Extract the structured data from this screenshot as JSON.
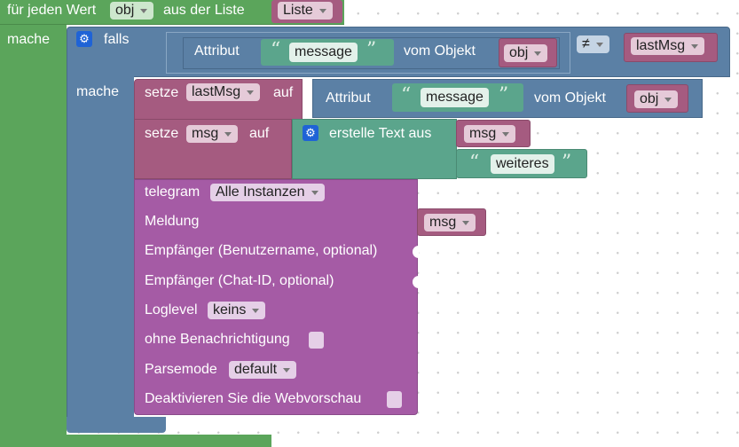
{
  "loop": {
    "prefix": "für jeden Wert",
    "var": "obj",
    "middle": "aus der Liste",
    "list": "Liste",
    "do_label": "mache"
  },
  "if_block": {
    "label": "falls",
    "do_label": "mache",
    "attr_label": "Attribut",
    "attr_value": "message",
    "of_object_label": "vom Objekt",
    "object_var": "obj",
    "operator": "≠",
    "compare_var": "lastMsg"
  },
  "set1": {
    "label": "setze",
    "var": "lastMsg",
    "to": "auf",
    "attr_label": "Attribut",
    "attr_value": "message",
    "of_object_label": "vom Objekt",
    "object_var": "obj"
  },
  "set2": {
    "label": "setze",
    "var": "msg",
    "to": "auf",
    "create_text_label": "erstelle Text aus",
    "text_var": "msg",
    "text_value": "weiteres"
  },
  "telegram": {
    "label": "telegram",
    "instance": "Alle Instanzen",
    "message_label": "Meldung",
    "message_var": "msg",
    "recipient_name_label": "Empfänger (Benutzername, optional)",
    "recipient_chat_label": "Empfänger (Chat-ID, optional)",
    "loglevel_label": "Loglevel",
    "loglevel_value": "keins",
    "silent_label": "ohne Benachrichtigung",
    "parsemode_label": "Parsemode",
    "parsemode_value": "default",
    "preview_label": "Deaktivieren Sie die Webvorschau"
  },
  "colors": {
    "loop": "#5ba55b",
    "logic": "#5b80a5",
    "variable": "#a55b80",
    "text": "#5ba58c",
    "telegram": "#a55ba5"
  },
  "quote_glyph_open": "“",
  "quote_glyph_close": "”"
}
